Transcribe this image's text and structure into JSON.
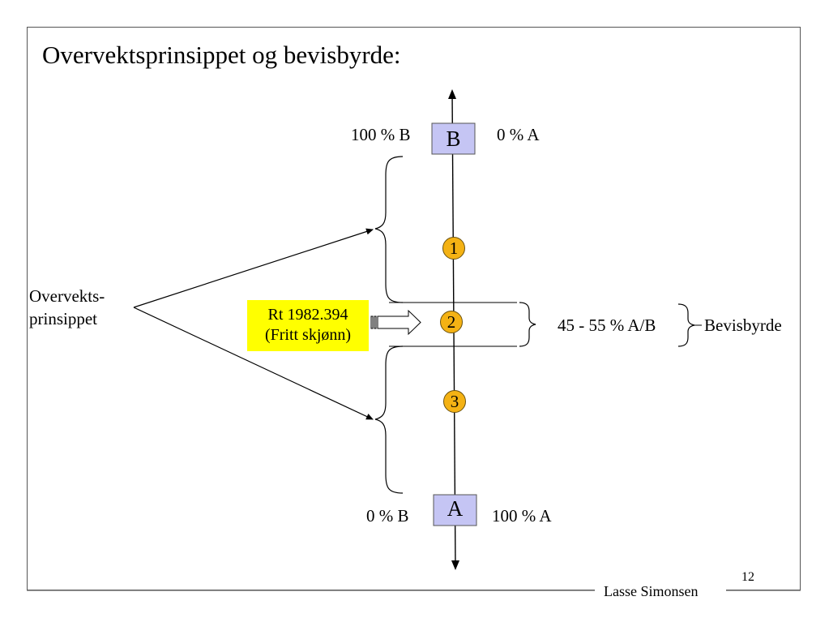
{
  "title": "Overvektsprinsippet og bevisbyrde:",
  "axis": {
    "top_box": "B",
    "bottom_box": "A",
    "top_left_label": "100 % B",
    "top_right_label": "0 % A",
    "bottom_left_label": "0 % B",
    "bottom_right_label": "100 % A"
  },
  "nodes": [
    "1",
    "2",
    "3"
  ],
  "principle_label": [
    "Overvekts-",
    "prinsippet"
  ],
  "case_box": {
    "line1": "Rt 1982.394",
    "line2": "(Fritt skjønn)"
  },
  "middle_band_label": "45 - 55 % A/B",
  "burden_label": "Bevisbyrde",
  "footer": {
    "author": "Lasse Simonsen",
    "page_number": "12"
  },
  "colors": {
    "box_fill": "#c5c5f4",
    "node_fill": "#f4b214",
    "case_fill": "#ffff00"
  }
}
